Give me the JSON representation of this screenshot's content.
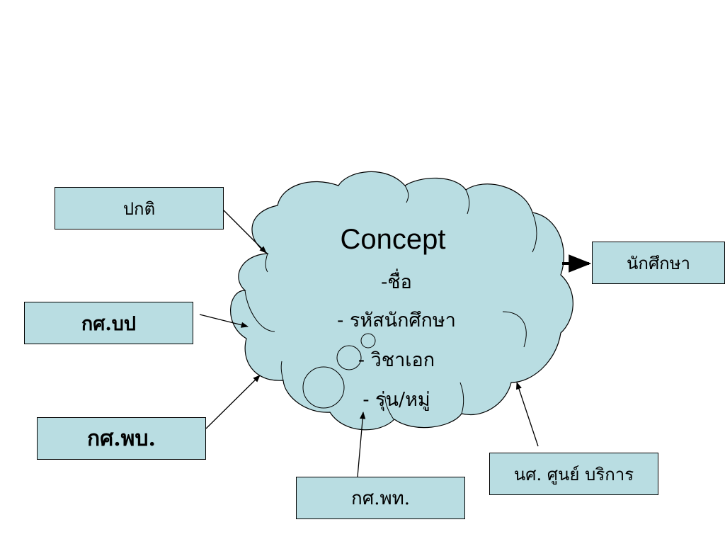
{
  "cloud": {
    "title": "Concept",
    "lines": [
      "-ชื่อ",
      "- รหัสนักศึกษา",
      "- วิชาเอก",
      "- รุ่น/หมู่"
    ]
  },
  "boxes": {
    "normal": "ปกติ",
    "ks_bp": "กศ.บป",
    "ks_pb": "กศ.พบ.",
    "ks_pt": "กศ.พท.",
    "student": "นักศึกษา",
    "service_center": "นศ. ศูนย์ บริการ"
  },
  "colors": {
    "box_fill": "#b9dde2",
    "cloud_fill": "#b9dde2",
    "stroke": "#000000"
  }
}
